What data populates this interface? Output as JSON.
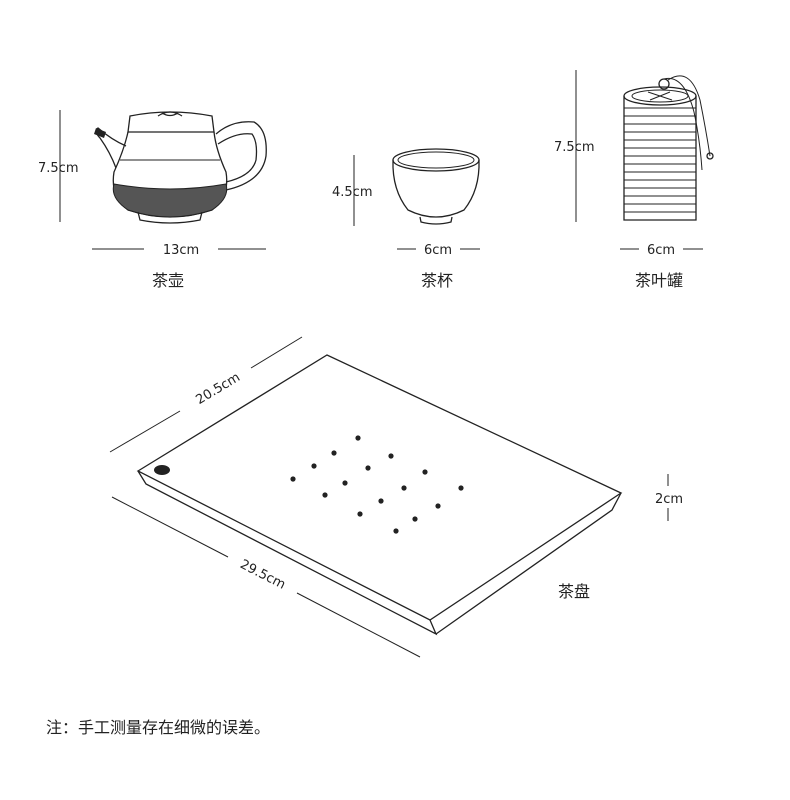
{
  "teapot": {
    "name": "茶壶",
    "height": "7.5cm",
    "width": "13cm"
  },
  "cup": {
    "name": "茶杯",
    "height": "4.5cm",
    "width": "6cm"
  },
  "caddy": {
    "name": "茶叶罐",
    "height": "7.5cm",
    "width": "6cm"
  },
  "tray": {
    "name": "茶盘",
    "depth": "20.5cm",
    "length": "29.5cm",
    "thickness": "2cm"
  },
  "note": "注：手工测量存在细微的误差。"
}
